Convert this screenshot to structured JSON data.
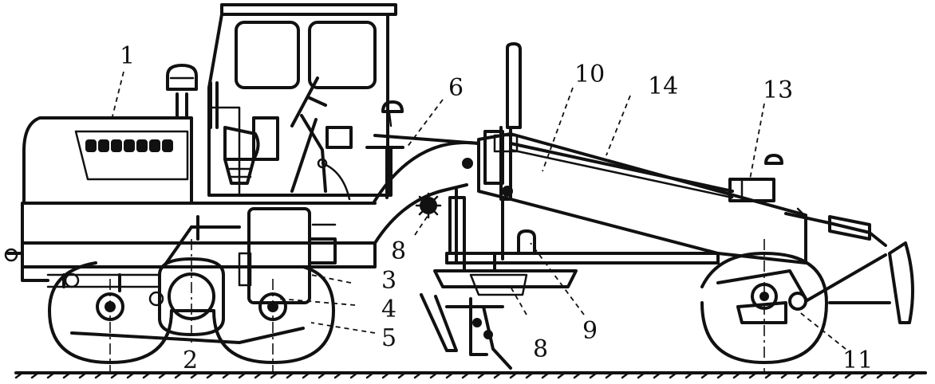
{
  "labels": {
    "l1": "1",
    "l2": "2",
    "l3": "3",
    "l4": "4",
    "l5": "5",
    "l6": "6",
    "l8a": "8",
    "l8b": "8",
    "l9": "9",
    "l10": "10",
    "l11": "11",
    "l13": "13",
    "l14": "14"
  }
}
